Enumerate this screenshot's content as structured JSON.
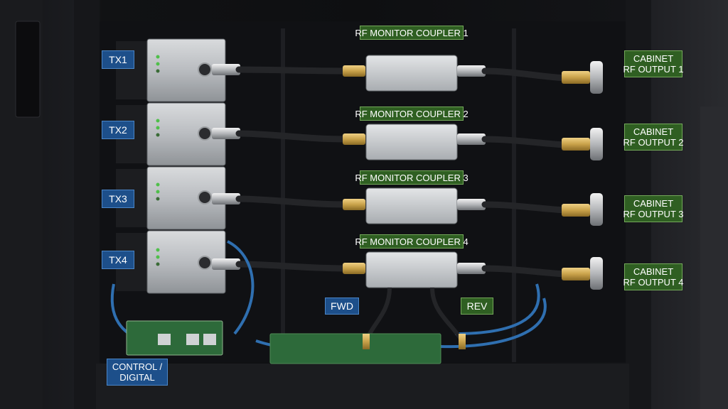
{
  "labels": {
    "transmitters": [
      "TX1",
      "TX2",
      "TX3",
      "TX4"
    ],
    "couplers": [
      "RF MONITOR COUPLER 1",
      "RF MONITOR COUPLER 2",
      "RF MONITOR COUPLER 3",
      "RF MONITOR COUPLER 4"
    ],
    "outputs": [
      {
        "line1": "CABINET",
        "line2": "RF OUTPUT 1"
      },
      {
        "line1": "CABINET",
        "line2": "RF OUTPUT 2"
      },
      {
        "line1": "CABINET",
        "line2": "RF OUTPUT 3"
      },
      {
        "line1": "CABINET",
        "line2": "RF OUTPUT 4"
      }
    ],
    "fwd": "FWD",
    "rev": "REV",
    "control": {
      "line1": "CONTROL /",
      "line2": "DIGITAL"
    }
  },
  "colors": {
    "blue_label": "#1d4f8a",
    "green_label": "#2f5f22",
    "pcb_green": "#2d6a3a",
    "blue_cable": "#2f6fb0",
    "brass": "#c9a24a"
  }
}
